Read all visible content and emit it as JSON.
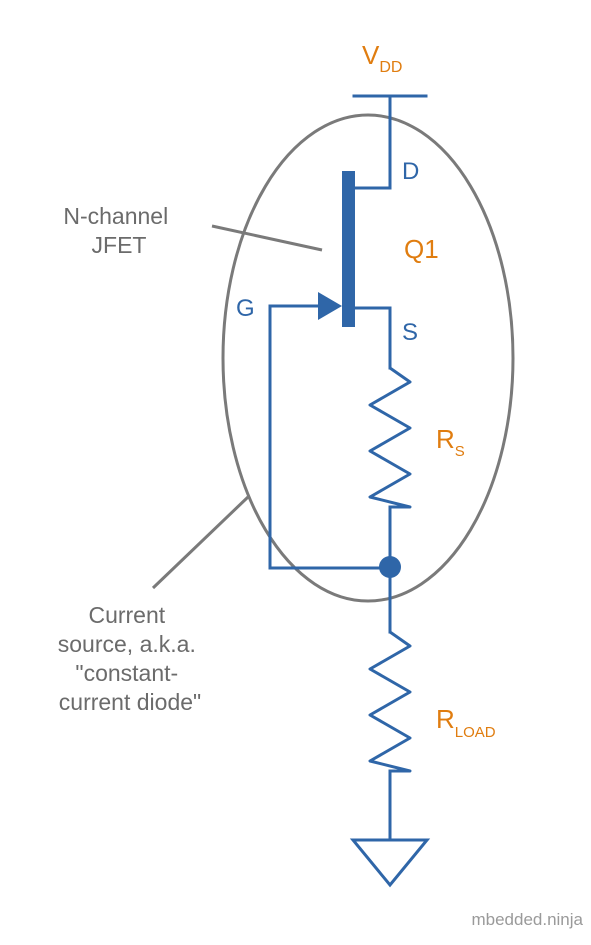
{
  "labels": {
    "vdd_main": "V",
    "vdd_sub": "DD",
    "drain": "D",
    "source": "S",
    "gate": "G",
    "q1": "Q1",
    "rs_main": "R",
    "rs_sub": "S",
    "rload_main": "R",
    "rload_sub": "LOAD"
  },
  "annotations": {
    "jfet": [
      "N-channel",
      "JFET"
    ],
    "current_source": [
      "Current",
      "source, a.k.a.",
      "\"constant-",
      "current diode\""
    ]
  },
  "watermark": "mbedded.ninja",
  "colors": {
    "circuit": "#2f66a8",
    "component_labels": "#e07d10",
    "annotation": "#7a7a7a",
    "annotation_text": "#6b6b6b"
  }
}
